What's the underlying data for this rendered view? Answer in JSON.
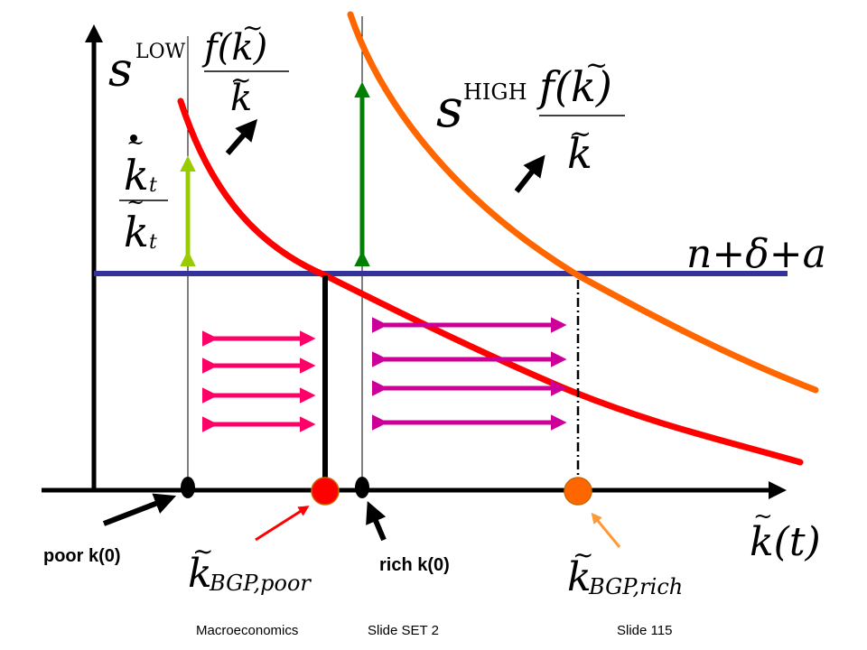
{
  "diagram": {
    "colors": {
      "axis": "#000000",
      "s_low_curve": "#ff0000",
      "s_high_curve": "#ff6600",
      "depreciation_line": "#333399",
      "light_green": "#99cc00",
      "dark_green": "#008000",
      "pink": "#ff0066",
      "magenta": "#cc0099",
      "orange_pointer": "#ff9933"
    },
    "s_low_label": {
      "s": "s",
      "sup": "LOW",
      "num": "f(k)",
      "den": "k"
    },
    "s_high_label": {
      "s": "s",
      "sup": "HIGH",
      "num": "f(k)",
      "den": "k"
    },
    "growth_label": {
      "num_base": "k",
      "num_sub": "t",
      "den_base": "k",
      "den_sub": "t"
    },
    "line_label": "n+δ+a",
    "x_axis_label": "k(t)",
    "poor_label": "poor k(0)",
    "rich_label": "rich k(0)",
    "k_bgp_poor": {
      "base": "k",
      "sub": "BGP,poor"
    },
    "k_bgp_rich": {
      "base": "k",
      "sub": "BGP,rich"
    }
  },
  "footer": {
    "course": "Macroeconomics",
    "slide_set": "Slide SET 2",
    "slide_number": "Slide 115"
  }
}
